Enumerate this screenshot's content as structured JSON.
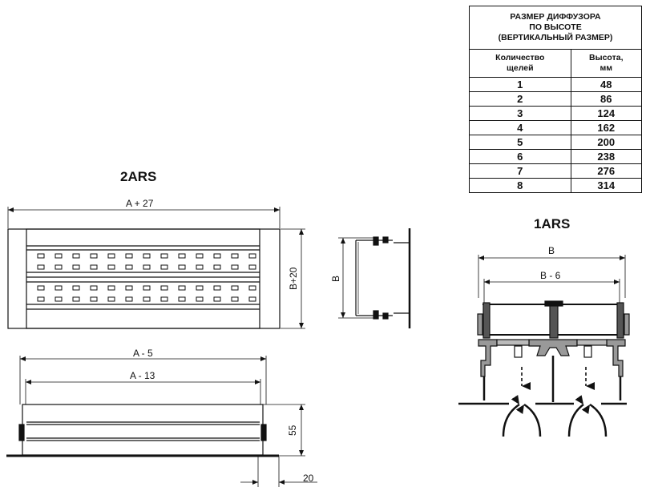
{
  "titles": {
    "front": "2ARS",
    "section": "1ARS"
  },
  "table": {
    "header": "РАЗМЕР ДИФФУЗОРА ПО ВЫСОТЕ (ВЕРТИКАЛЬНЫЙ РАЗМЕР)",
    "header_lines": [
      "РАЗМЕР ДИФФУЗОРА",
      "ПО ВЫСОТЕ",
      "(ВЕРТИКАЛЬНЫЙ РАЗМЕР)"
    ],
    "col1": [
      "Количество",
      "щелей"
    ],
    "col2": [
      "Высота,",
      "мм"
    ],
    "rows": [
      {
        "slots": "1",
        "height": "48"
      },
      {
        "slots": "2",
        "height": "86"
      },
      {
        "slots": "3",
        "height": "124"
      },
      {
        "slots": "4",
        "height": "162"
      },
      {
        "slots": "5",
        "height": "200"
      },
      {
        "slots": "6",
        "height": "238"
      },
      {
        "slots": "7",
        "height": "276"
      },
      {
        "slots": "8",
        "height": "314"
      }
    ]
  },
  "dims": {
    "a_plus_27": "A + 27",
    "b_plus_20": "B+20",
    "b_side": "B",
    "a_minus_5": "A - 5",
    "a_minus_13": "A - 13",
    "h55": "55",
    "w20": "20",
    "b_top": "B",
    "b_minus_6": "B - 6"
  }
}
